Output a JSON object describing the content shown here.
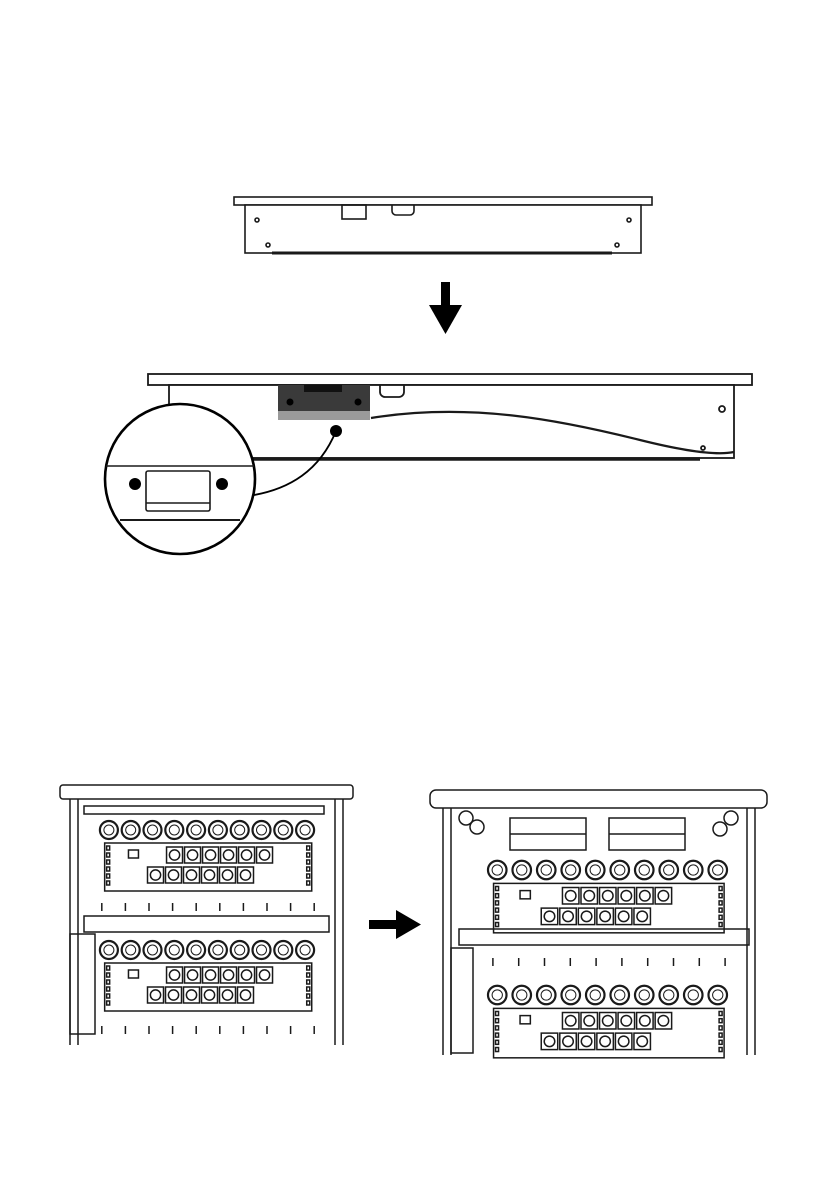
{
  "colors": {
    "line": "#1a1a1a",
    "bracket_dark": "#3a3a3a",
    "bracket_light": "#9a9a9a",
    "background": "#ffffff",
    "gray_line": "#777777"
  },
  "figure_1": {
    "panel_before": "top-panel-without-bracket",
    "arrow_direction": "down",
    "panel_after": "top-panel-with-bracket",
    "detail_callout": "circular-zoom-of-bracket"
  },
  "figure_2": {
    "cabinet_before": "cabinet-open-top",
    "arrow_direction": "right",
    "cabinet_after": "cabinet-with-top-mounted",
    "socket_rows_per_shelf": 2,
    "round_sockets_per_row": 10,
    "square_sockets_per_row": 6
  }
}
